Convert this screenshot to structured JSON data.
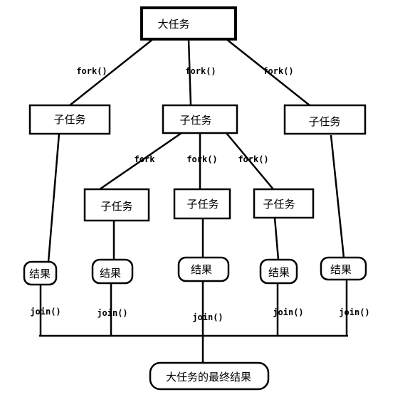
{
  "nodes": {
    "root": "大任务",
    "sub_left": "子任务",
    "sub_middle": "子任务",
    "sub_right": "子任务",
    "subsub_left": "子任务",
    "subsub_middle": "子任务",
    "subsub_right": "子任务",
    "result_1": "结果",
    "result_2": "结果",
    "result_3": "结果",
    "result_4": "结果",
    "result_5": "结果",
    "final_result": "大任务的最终结果"
  },
  "edge_labels": {
    "fork_root_left": "fork()",
    "fork_root_middle": "fork()",
    "fork_root_right": "fork()",
    "fork_mid_left": "fork",
    "fork_mid_middle": "fork()",
    "fork_mid_right": "fork()",
    "join_1": "join()",
    "join_2": "join()",
    "join_3": "join()",
    "join_4": "join()",
    "join_5": "join()"
  },
  "colors": {
    "stroke": "#000000",
    "background": "#ffffff"
  }
}
